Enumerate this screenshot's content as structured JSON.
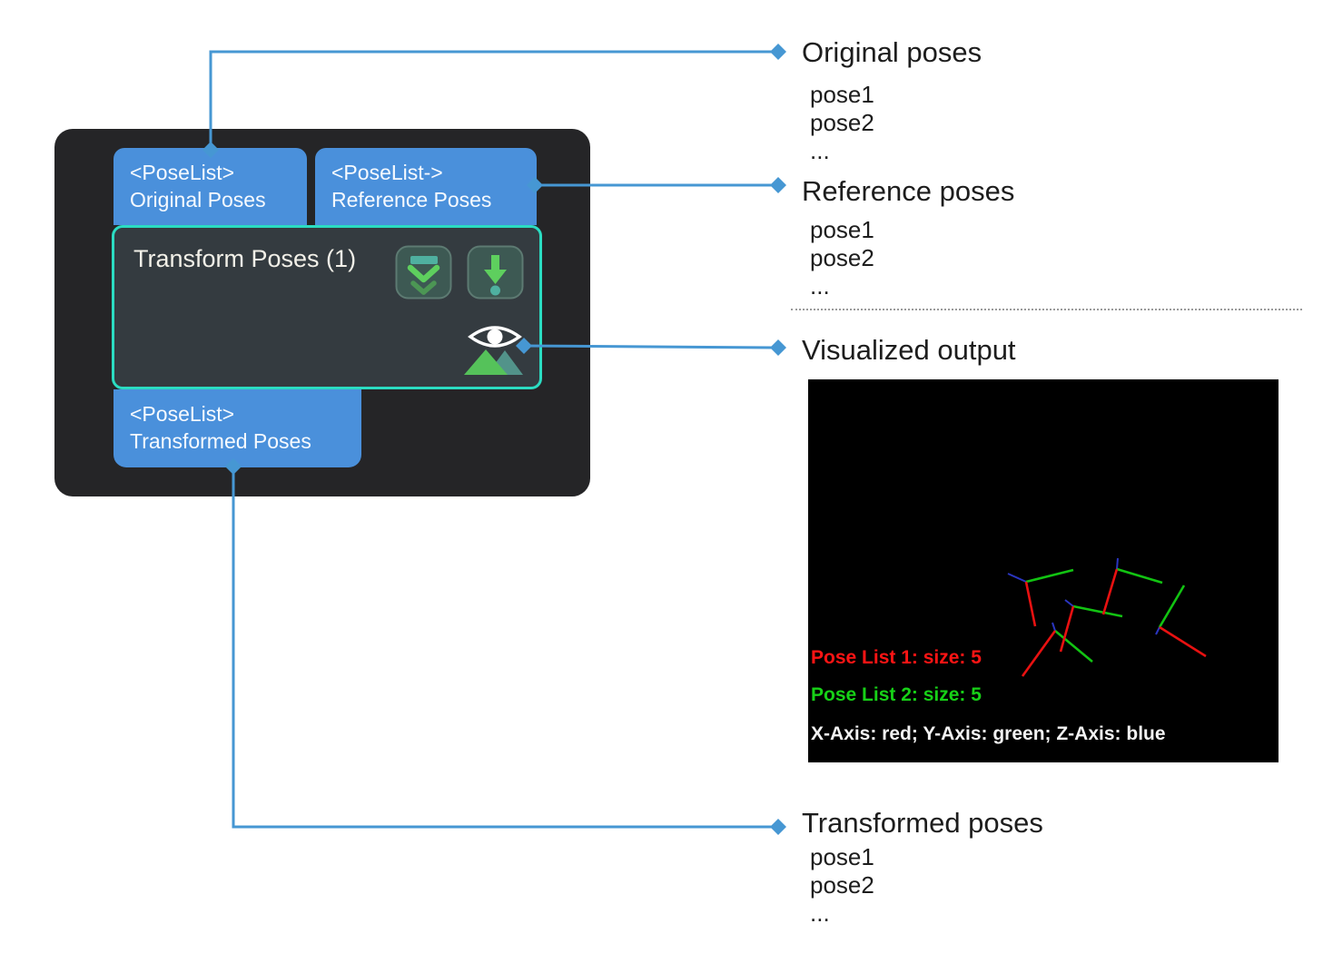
{
  "node": {
    "step": {
      "title": "Transform Poses (1)"
    },
    "ports": {
      "original": {
        "type_label": "<PoseList>",
        "name_label": "Original Poses"
      },
      "reference": {
        "type_label": "<PoseList->",
        "name_label": "Reference Poses"
      },
      "transformed": {
        "type_label": "<PoseList>",
        "name_label": "Transformed Poses"
      }
    }
  },
  "callouts": {
    "original": {
      "title": "Original poses",
      "items": [
        "pose1",
        "pose2",
        "..."
      ]
    },
    "reference": {
      "title": "Reference poses",
      "items": [
        "pose1",
        "pose2",
        "..."
      ]
    },
    "visualized": {
      "title": "Visualized output"
    },
    "transformed": {
      "title": "Transformed poses",
      "items": [
        "pose1",
        "pose2",
        "..."
      ]
    }
  },
  "viz": {
    "legend": [
      {
        "text": "Pose List 1: size: 5",
        "color": "#ff1414"
      },
      {
        "text": "Pose List 2: size: 5",
        "color": "#17d117"
      },
      {
        "text": "X-Axis: red; Y-Axis: green; Z-Axis: blue",
        "color": "#f2f2f2"
      }
    ],
    "axis_colors": {
      "x": "#e81111",
      "y": "#12c312",
      "z": "#2a35c0"
    },
    "poses": [
      {
        "o": [
          240,
          223
        ],
        "x": [
          250,
          272
        ],
        "y": [
          292,
          210
        ],
        "z": [
          220,
          214
        ]
      },
      {
        "o": [
          340,
          209
        ],
        "x": [
          325,
          259
        ],
        "y": [
          390,
          224
        ],
        "z": [
          341,
          197
        ]
      },
      {
        "o": [
          292,
          250
        ],
        "x": [
          278,
          300
        ],
        "y": [
          346,
          261
        ],
        "z": [
          283,
          243
        ]
      },
      {
        "o": [
          272,
          277
        ],
        "x": [
          236,
          327
        ],
        "y": [
          313,
          311
        ],
        "z": [
          269,
          268
        ]
      },
      {
        "o": [
          387,
          273
        ],
        "x": [
          438,
          305
        ],
        "y": [
          414,
          227
        ],
        "z": [
          383,
          281
        ]
      }
    ]
  },
  "colors": {
    "port_blue": "#4a90db",
    "connector_blue": "#4697d3",
    "node_bg": "#252527",
    "step_bg": "#343b40",
    "step_border_teal": "#2bdcc2",
    "icon_green": "#5ecf5e",
    "icon_dim_green": "#4c9654",
    "icon_teal": "#4fb0a0",
    "viz_bg": "#000000"
  }
}
